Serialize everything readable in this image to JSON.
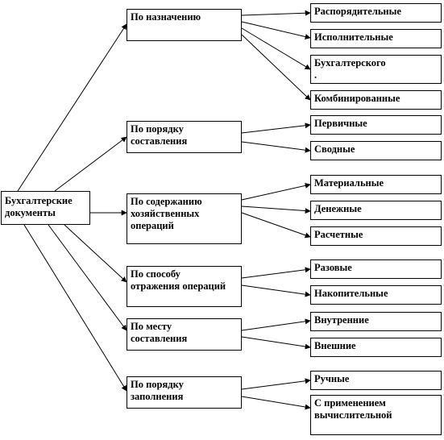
{
  "root": {
    "label": "Бухгалтерские\nдокументы"
  },
  "categories": [
    {
      "label": "По назначению",
      "items": [
        "Распорядительные",
        "Исполнительные",
        "Бухгалтерского\n.",
        "Комбинированные"
      ]
    },
    {
      "label": "По порядку\nсоставления",
      "items": [
        "Первичные",
        "Сводные"
      ]
    },
    {
      "label": "По содержанию\nхозяйственных\nопераций",
      "items": [
        "Материальные",
        "Денежные",
        "Расчетные"
      ]
    },
    {
      "label": "По способу\nотражения операций",
      "items": [
        "Разовые",
        "Накопительные"
      ]
    },
    {
      "label": "По месту\nсоставления",
      "items": [
        "Внутренние",
        "Внешние"
      ]
    },
    {
      "label": "По порядку\nзаполнения",
      "items": [
        "Ручные",
        "С применением\nвычислительной"
      ]
    }
  ]
}
